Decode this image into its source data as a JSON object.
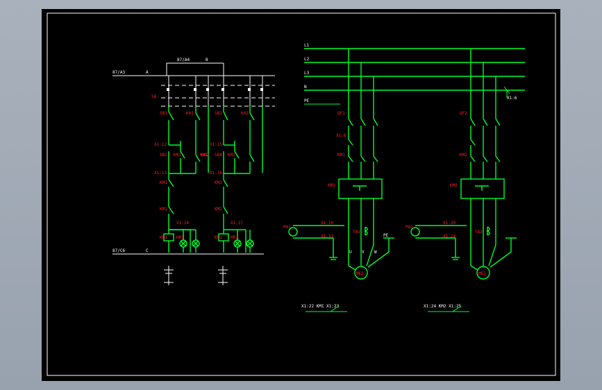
{
  "refs": {
    "ref_a3": "87/A3",
    "ref_a4": "87/A4",
    "ref_c6": "87/C6",
    "bus_a": "A",
    "bus_b": "B",
    "bus_c": "C"
  },
  "control": {
    "sa": "SA",
    "sb1": "SB1",
    "ka1": "KA1",
    "x1_12": "X1:12",
    "sb2": "SB2",
    "km1_a": "KM1",
    "ka1_b": "KA1",
    "x1_13": "X1:13",
    "km1_b": "KM1",
    "km1_c": "KM1",
    "km1_coil": "KM1",
    "x1_14": "X1:14",
    "hr1": "HR1",
    "sb3": "SB3",
    "ka2": "KA2",
    "x1_15": "X1:15",
    "sb4": "SB4",
    "km2_a": "KM2",
    "ka2_b": "KA2",
    "x1_16": "X1:16",
    "km2_b": "KM2",
    "km2_c": "KM2",
    "km2_coil": "KM2",
    "x1_17": "X1:17",
    "hr2": "HR2"
  },
  "power": {
    "l1": "L1",
    "l2": "L2",
    "l3": "L3",
    "n": "N",
    "pe": "PE",
    "x1_6": "X1:6",
    "qf1": "QF1",
    "x1_8": "X1:8",
    "km1_main": "KM1",
    "fr1": "KM1",
    "pa1": "PA1",
    "x1_10": "X1:10",
    "x1_11": "X1:11",
    "ta1": "TA1",
    "me1": "ME1",
    "qf2": "QF2",
    "km2_main": "KM2",
    "fr2": "KM2",
    "pa2": "PA2",
    "x1_20": "X1:20",
    "x1_21": "X1:21",
    "ta2": "TA2",
    "me2": "ME2",
    "u": "U",
    "v": "V",
    "w": "W",
    "pe_out": "PE"
  },
  "legend": {
    "left": "X1:22  KM1   X1:23",
    "right": "X1:24  KM2   X1:25"
  },
  "colors": {
    "wire": "#00ff2a",
    "label": "#ff2020",
    "text": "#ffffff",
    "sheet": "#000000"
  }
}
